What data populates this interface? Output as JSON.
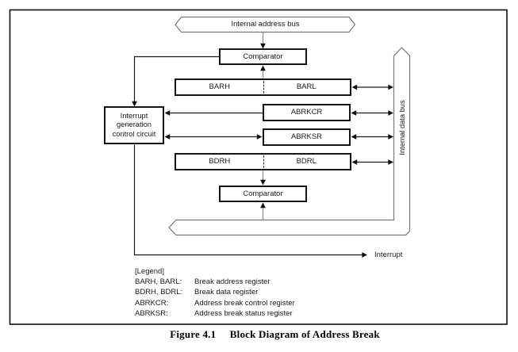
{
  "figure": {
    "caption_label": "Figure 4.1",
    "caption_title": "Block Diagram of Address Break"
  },
  "diagram": {
    "address_bus_label": "Internal address bus",
    "data_bus_label": "Internal data bus",
    "comparator_top": "Comparator",
    "comparator_bottom": "Comparator",
    "registers": {
      "barh": "BARH",
      "barl": "BARL",
      "abrkcr": "ABRKCR",
      "abrksr": "ABRKSR",
      "bdrh": "BDRH",
      "bdrl": "BDRL"
    },
    "interrupt_box": "Interrupt\ngeneration\ncontrol circuit",
    "interrupt_label": "Interrupt"
  },
  "legend": {
    "header": "[Legend]",
    "entries": [
      {
        "term": "BARH, BARL:",
        "definition": "Break address register"
      },
      {
        "term": "BDRH, BDRL:",
        "definition": "Break data register"
      },
      {
        "term": "ABRKCR:",
        "definition": "Address break control register"
      },
      {
        "term": "ABRKSR:",
        "definition": "Address break status register"
      }
    ]
  },
  "colors": {
    "line_black": "#1a1a1a",
    "line_gray": "#8a8a8a",
    "bus_outline_gray": "#777777"
  }
}
